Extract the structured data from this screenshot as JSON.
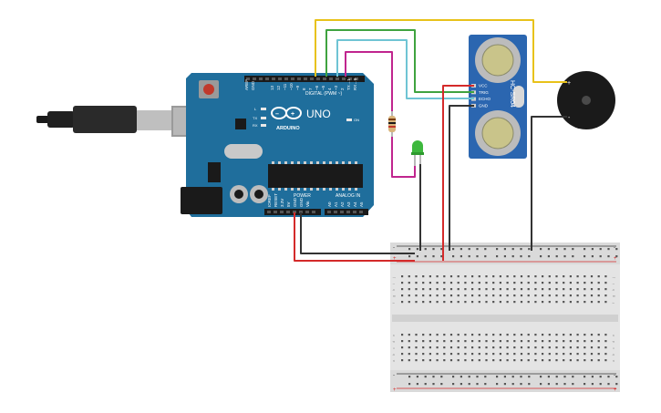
{
  "arduino": {
    "brand": "ARDUINO",
    "model": "UNO",
    "digital_header": "DIGITAL (PWM ~)",
    "power_header": "POWER",
    "analog_header": "ANALOG IN",
    "aref": "AREF",
    "gnd": "GND",
    "on_label": "ON",
    "led_l": "L",
    "led_tx": "TX",
    "led_rx": "RX",
    "digital_pins": [
      "13",
      "12",
      "~11",
      "~10",
      "~9",
      "8",
      "7",
      "~6",
      "~5",
      "4",
      "~3",
      "2",
      "TX→1",
      "RX←0"
    ],
    "power_pins": [
      "IOREF",
      "RESET",
      "3.3V",
      "5V",
      "GND",
      "GND",
      "Vin"
    ],
    "analog_pins": [
      "A0",
      "A1",
      "A2",
      "A3",
      "A4",
      "A5"
    ]
  },
  "sensor": {
    "model": "HC-SR04",
    "pins": [
      "VCC",
      "TRIG",
      "ECHO",
      "GND"
    ]
  },
  "buzzer": {
    "plus": "+",
    "minus": "-"
  },
  "breadboard": {
    "row_letters_top": [
      "j",
      "i",
      "h",
      "g",
      "f"
    ],
    "row_letters_bottom": [
      "e",
      "d",
      "c",
      "b",
      "a"
    ],
    "rail_plus": "+",
    "rail_minus": "-"
  },
  "colors": {
    "board": "#1f6e9c",
    "board_dark": "#17587d",
    "wire_yellow": "#e8c21a",
    "wire_green": "#3fa33f",
    "wire_cyan": "#6fc4d4",
    "wire_magenta": "#c0258e",
    "wire_red": "#d42a2a",
    "wire_black": "#333333",
    "led_green": "#3db83d",
    "sensor_blue": "#2b66b0"
  }
}
